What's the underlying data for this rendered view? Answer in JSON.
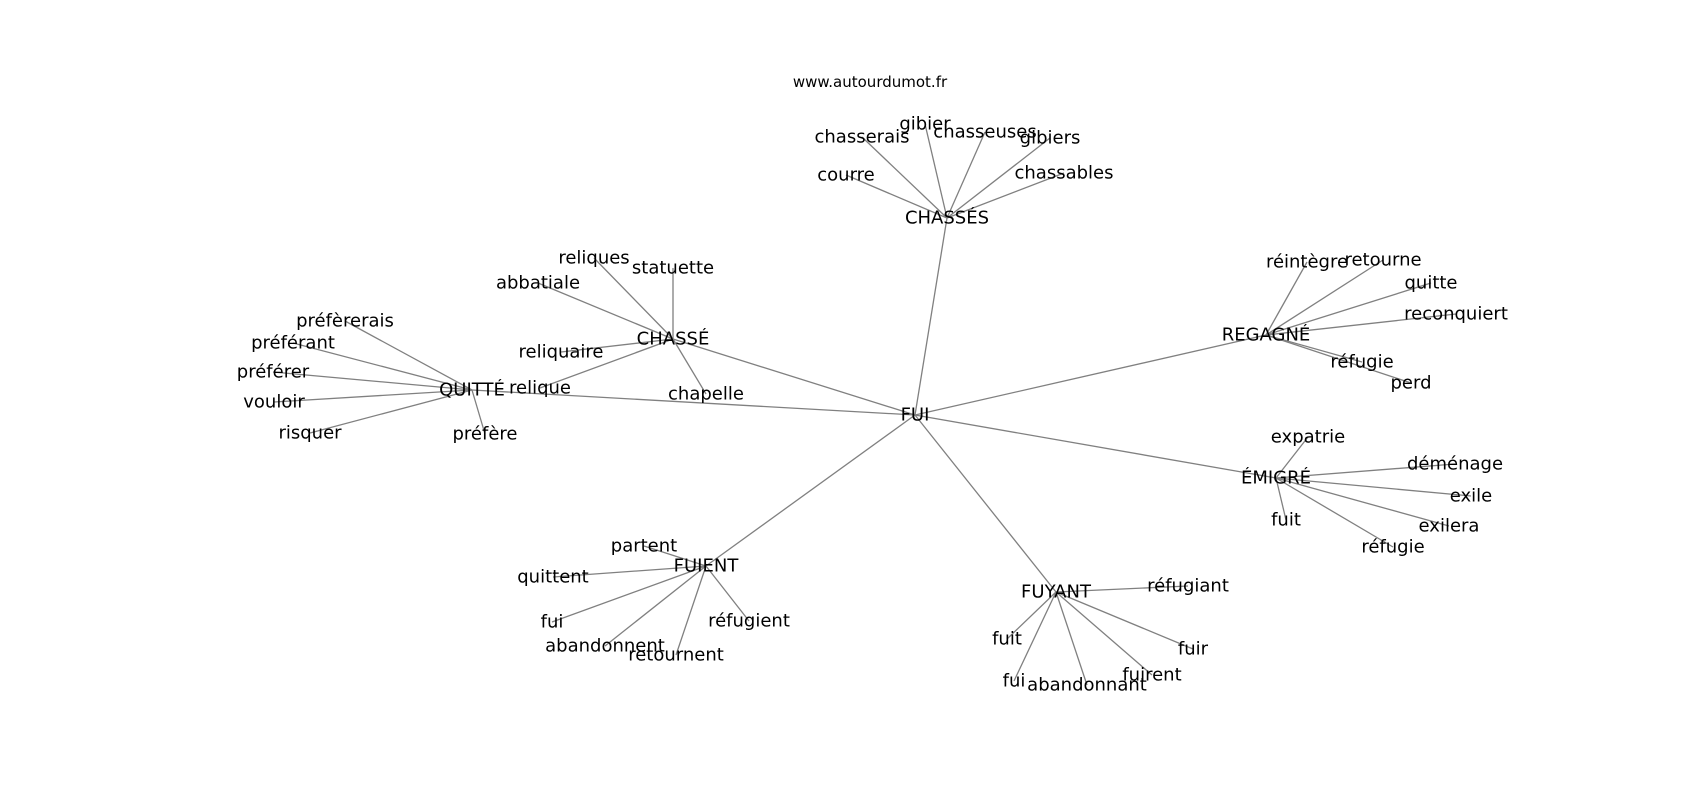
{
  "header": {
    "source": "www.autourdumot.fr"
  },
  "graph": {
    "root": "FUI",
    "nodes": [
      {
        "id": "fui_root",
        "label": "FUI"
      },
      {
        "id": "chasses",
        "label": "CHASSÉS"
      },
      {
        "id": "chasserais",
        "label": "chasserais"
      },
      {
        "id": "gibier",
        "label": "gibier"
      },
      {
        "id": "chasseuses",
        "label": "chasseuses"
      },
      {
        "id": "gibiers",
        "label": "gibiers"
      },
      {
        "id": "courre",
        "label": "courre"
      },
      {
        "id": "chassables",
        "label": "chassables"
      },
      {
        "id": "chasse",
        "label": "CHASSÉ"
      },
      {
        "id": "reliques",
        "label": "reliques"
      },
      {
        "id": "statuette",
        "label": "statuette"
      },
      {
        "id": "abbatiale",
        "label": "abbatiale"
      },
      {
        "id": "reliquaire",
        "label": "reliquaire"
      },
      {
        "id": "relique",
        "label": "relique"
      },
      {
        "id": "chapelle",
        "label": "chapelle"
      },
      {
        "id": "quitte_hub",
        "label": "QUITTÉ"
      },
      {
        "id": "prefererais",
        "label": "préfèrerais"
      },
      {
        "id": "preferant",
        "label": "préférant"
      },
      {
        "id": "preferer",
        "label": "préférer"
      },
      {
        "id": "vouloir",
        "label": "vouloir"
      },
      {
        "id": "risquer",
        "label": "risquer"
      },
      {
        "id": "prefere",
        "label": "préfère"
      },
      {
        "id": "regagne",
        "label": "REGAGNÉ"
      },
      {
        "id": "reintegre",
        "label": "réintègre"
      },
      {
        "id": "retourne",
        "label": "retourne"
      },
      {
        "id": "quitte_leaf",
        "label": "quitte"
      },
      {
        "id": "reconquiert",
        "label": "reconquiert"
      },
      {
        "id": "refugie_1",
        "label": "réfugie"
      },
      {
        "id": "perd",
        "label": "perd"
      },
      {
        "id": "emigre",
        "label": "ÉMIGRÉ"
      },
      {
        "id": "expatrie",
        "label": "expatrie"
      },
      {
        "id": "demenage",
        "label": "déménage"
      },
      {
        "id": "exile",
        "label": "exile"
      },
      {
        "id": "exilera",
        "label": "exilera"
      },
      {
        "id": "refugie_2",
        "label": "réfugie"
      },
      {
        "id": "fuit_1",
        "label": "fuit"
      },
      {
        "id": "fuient",
        "label": "FUIENT"
      },
      {
        "id": "partent",
        "label": "partent"
      },
      {
        "id": "quittent",
        "label": "quittent"
      },
      {
        "id": "fui_leaf_1",
        "label": "fui"
      },
      {
        "id": "abandonnent",
        "label": "abandonnent"
      },
      {
        "id": "retournent",
        "label": "retournent"
      },
      {
        "id": "refugient",
        "label": "réfugient"
      },
      {
        "id": "fuyant",
        "label": "FUYANT"
      },
      {
        "id": "refugiant",
        "label": "réfugiant"
      },
      {
        "id": "fuit_2",
        "label": "fuit"
      },
      {
        "id": "fui_leaf_2",
        "label": "fui"
      },
      {
        "id": "abandonnant",
        "label": "abandonnant"
      },
      {
        "id": "fuirent",
        "label": "fuirent"
      },
      {
        "id": "fuir",
        "label": "fuir"
      }
    ],
    "edges": [
      [
        "fui_root",
        "chasses"
      ],
      [
        "fui_root",
        "chasse"
      ],
      [
        "fui_root",
        "quitte_hub"
      ],
      [
        "fui_root",
        "regagne"
      ],
      [
        "fui_root",
        "emigre"
      ],
      [
        "fui_root",
        "fuient"
      ],
      [
        "fui_root",
        "fuyant"
      ],
      [
        "chasses",
        "chasserais"
      ],
      [
        "chasses",
        "gibier"
      ],
      [
        "chasses",
        "chasseuses"
      ],
      [
        "chasses",
        "gibiers"
      ],
      [
        "chasses",
        "courre"
      ],
      [
        "chasses",
        "chassables"
      ],
      [
        "chasse",
        "reliques"
      ],
      [
        "chasse",
        "statuette"
      ],
      [
        "chasse",
        "abbatiale"
      ],
      [
        "chasse",
        "reliquaire"
      ],
      [
        "chasse",
        "relique"
      ],
      [
        "chasse",
        "chapelle"
      ],
      [
        "quitte_hub",
        "prefererais"
      ],
      [
        "quitte_hub",
        "preferant"
      ],
      [
        "quitte_hub",
        "preferer"
      ],
      [
        "quitte_hub",
        "vouloir"
      ],
      [
        "quitte_hub",
        "risquer"
      ],
      [
        "quitte_hub",
        "prefere"
      ],
      [
        "regagne",
        "reintegre"
      ],
      [
        "regagne",
        "retourne"
      ],
      [
        "regagne",
        "quitte_leaf"
      ],
      [
        "regagne",
        "reconquiert"
      ],
      [
        "regagne",
        "refugie_1"
      ],
      [
        "regagne",
        "perd"
      ],
      [
        "emigre",
        "expatrie"
      ],
      [
        "emigre",
        "demenage"
      ],
      [
        "emigre",
        "exile"
      ],
      [
        "emigre",
        "exilera"
      ],
      [
        "emigre",
        "refugie_2"
      ],
      [
        "emigre",
        "fuit_1"
      ],
      [
        "fuient",
        "partent"
      ],
      [
        "fuient",
        "quittent"
      ],
      [
        "fuient",
        "fui_leaf_1"
      ],
      [
        "fuient",
        "abandonnent"
      ],
      [
        "fuient",
        "retournent"
      ],
      [
        "fuient",
        "refugient"
      ],
      [
        "fuyant",
        "refugiant"
      ],
      [
        "fuyant",
        "fuit_2"
      ],
      [
        "fuyant",
        "fui_leaf_2"
      ],
      [
        "fuyant",
        "abandonnant"
      ],
      [
        "fuyant",
        "fuirent"
      ],
      [
        "fuyant",
        "fuir"
      ]
    ]
  }
}
